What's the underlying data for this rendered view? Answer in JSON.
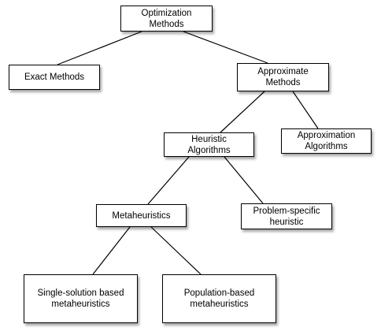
{
  "nodes": {
    "optimization": "Optimization\nMethods",
    "exact": "Exact Methods",
    "approximate": "Approximate\nMethods",
    "heuristic": "Heuristic\nAlgorithms",
    "approximation": "Approximation\nAlgorithms",
    "metaheuristics": "Metaheuristics",
    "problem_specific": "Problem-specific\nheuristic",
    "single_solution": "Single-solution based\nmetaheuristics",
    "population": "Population-based\nmetaheuristics"
  }
}
